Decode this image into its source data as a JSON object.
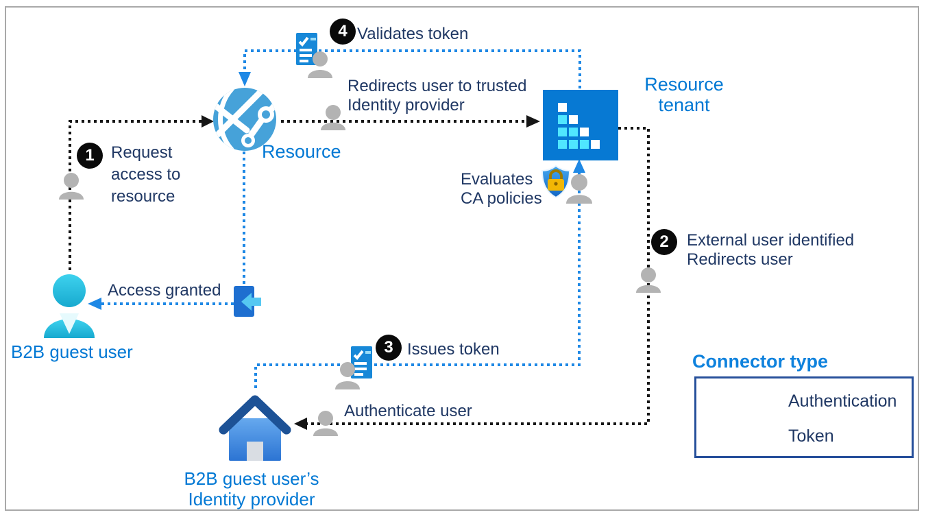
{
  "nodes": {
    "guest": {
      "label": "B2B guest user"
    },
    "resource": {
      "label": "Resource"
    },
    "tenant": {
      "lines": [
        "Resource",
        "tenant"
      ]
    },
    "idp": {
      "lines": [
        "B2B guest user’s",
        "Identity provider"
      ]
    }
  },
  "steps": [
    {
      "num": "1",
      "lines": [
        "Request",
        "access to",
        "resource"
      ]
    },
    {
      "num": "2",
      "lines": [
        "External user identified",
        "Redirects user"
      ]
    },
    {
      "num": "3",
      "lines": [
        "Issues token"
      ]
    },
    {
      "num": "4",
      "lines": [
        "Validates token"
      ]
    }
  ],
  "edge_labels": {
    "redirect": {
      "lines": [
        "Redirects user to trusted",
        "Identity provider"
      ]
    },
    "access_granted": "Access granted",
    "authenticate": "Authenticate user",
    "evaluates": {
      "lines": [
        "Evaluates",
        "CA policies"
      ]
    }
  },
  "legend": {
    "title": "Connector type",
    "items": [
      {
        "label": "Authentication",
        "style": "black-dotted"
      },
      {
        "label": "Token",
        "style": "blue-dotted"
      }
    ]
  },
  "colors": {
    "accent_blue": "#0078d4",
    "auth_connector": "#151515",
    "token_connector": "#1e88e5",
    "dark_text": "#203864",
    "tenant_square": "#0779d3",
    "tenant_cyan": "#50e6ff",
    "guest_cyan": "#28c0e2",
    "person_gray": "#b3b3b3",
    "badge_black": "#0a0a0a"
  }
}
